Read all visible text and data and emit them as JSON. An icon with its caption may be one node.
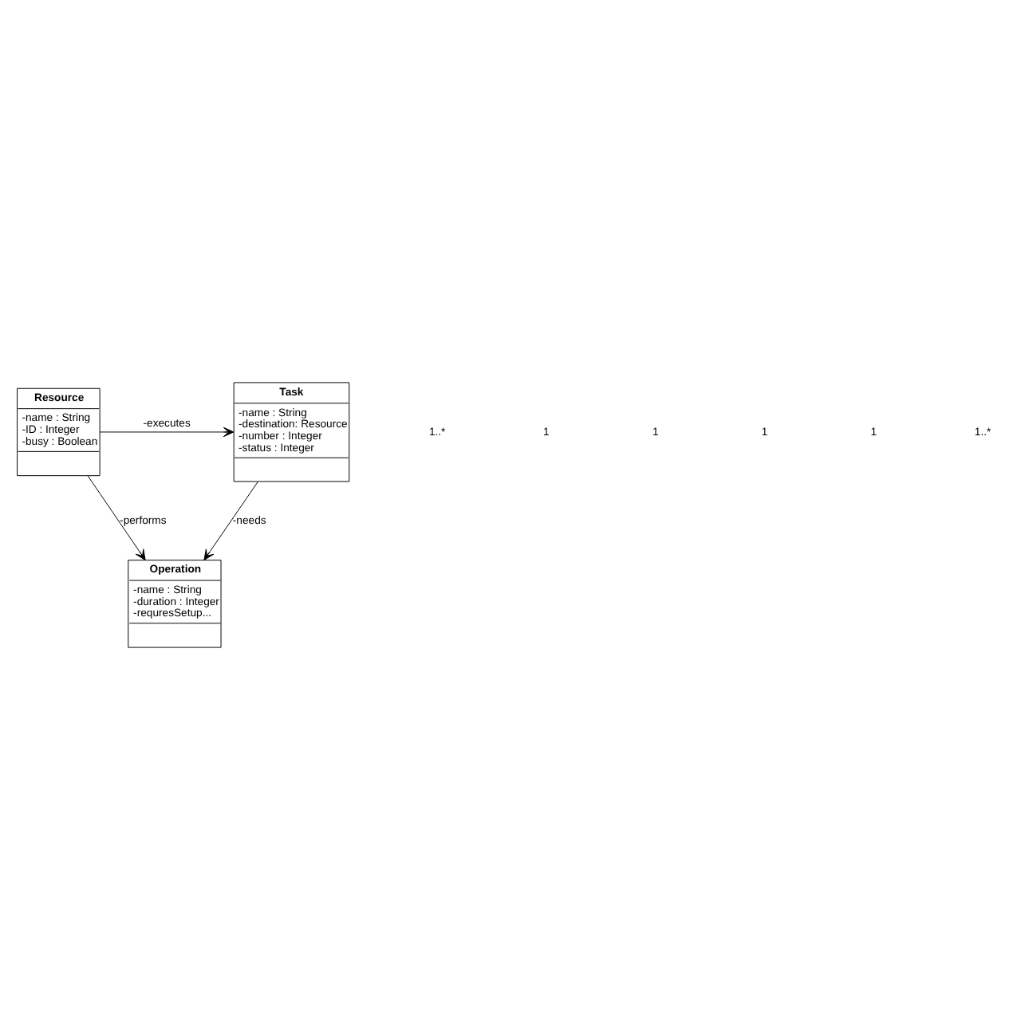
{
  "diagram": {
    "nodes": [
      {
        "text": [
          "Task",
          "-name : String",
          "-destination: Resource",
          "-number : Integer",
          "-status : Integer"
        ]
      },
      {
        "text": [
          "Resource",
          "-name : String",
          "-ID : Integer",
          "-busy : Boolean"
        ]
      },
      {
        "text": [
          "Operation",
          "-name : String",
          "-duration : Integer",
          "-requresSetup..."
        ]
      }
    ],
    "edges": [
      {
        "from": 1,
        "to": 0,
        "arrow": "to",
        "label": "-executes"
      },
      {
        "from": 0,
        "to": 2,
        "arrow": "to",
        "label": "-needs"
      },
      {
        "from": 1,
        "to": 2,
        "arrow": "to",
        "label": "-performs"
      }
    ],
    "labels": [
      "1..*",
      "1",
      "1",
      "1",
      "1",
      "1..*"
    ]
  }
}
